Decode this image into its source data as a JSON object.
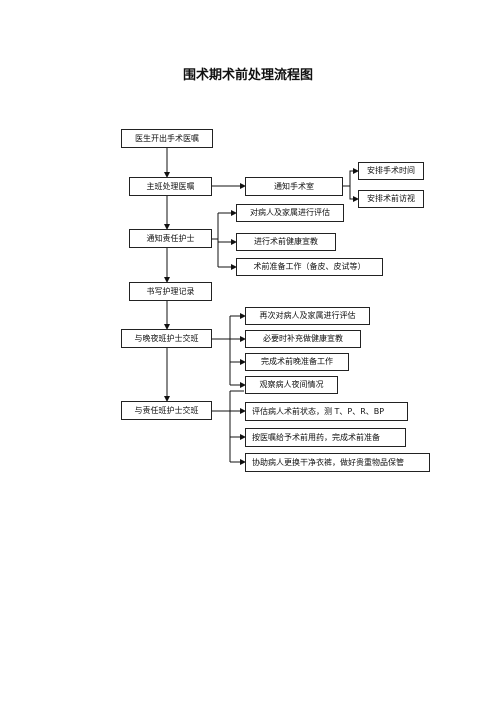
{
  "title": "围术期术前处理流程图",
  "nodes": {
    "doctor_order": "医生开出手术医嘱",
    "chief_nurse": "主班处理医嘱",
    "notify_or": "通知手术室",
    "arrange_time": "安排手术时间",
    "preop_visit": "安排术前访视",
    "notify_resp_nurse": "通知责任护士",
    "assess_patient": "对病人及家属进行评估",
    "health_edu": "进行术前健康宣教",
    "preop_prep": "术前准备工作（备皮、皮试等）",
    "write_record": "书写护理记录",
    "handover_night": "与晚夜班护士交班",
    "reassess": "再次对病人及家属进行评估",
    "supplement_edu": "必要时补充做健康宣教",
    "complete_prep": "完成术前晚准备工作",
    "observe_night": "观察病人夜间情况",
    "handover_resp": "与责任班护士交班",
    "eval_state": "评估病人术前状态，测 T、P、R、BP",
    "give_meds": "按医嘱给予术前用药，完成术前准备",
    "help_change": "协助病人更换干净衣裤，做好贵重物品保管"
  }
}
